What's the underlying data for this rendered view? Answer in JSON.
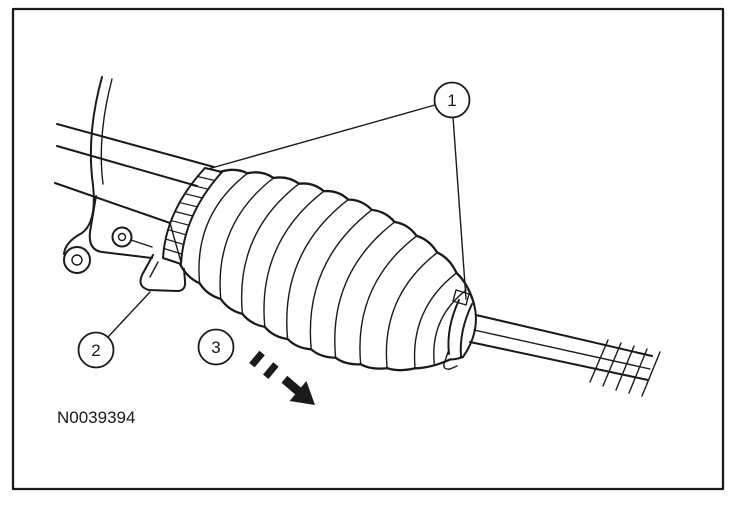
{
  "figure": {
    "id": "N0039394"
  },
  "callouts": [
    {
      "label": "1"
    },
    {
      "label": "2"
    },
    {
      "label": "3"
    }
  ],
  "colors": {
    "line": "#1a1a1a",
    "background": "#ffffff"
  }
}
